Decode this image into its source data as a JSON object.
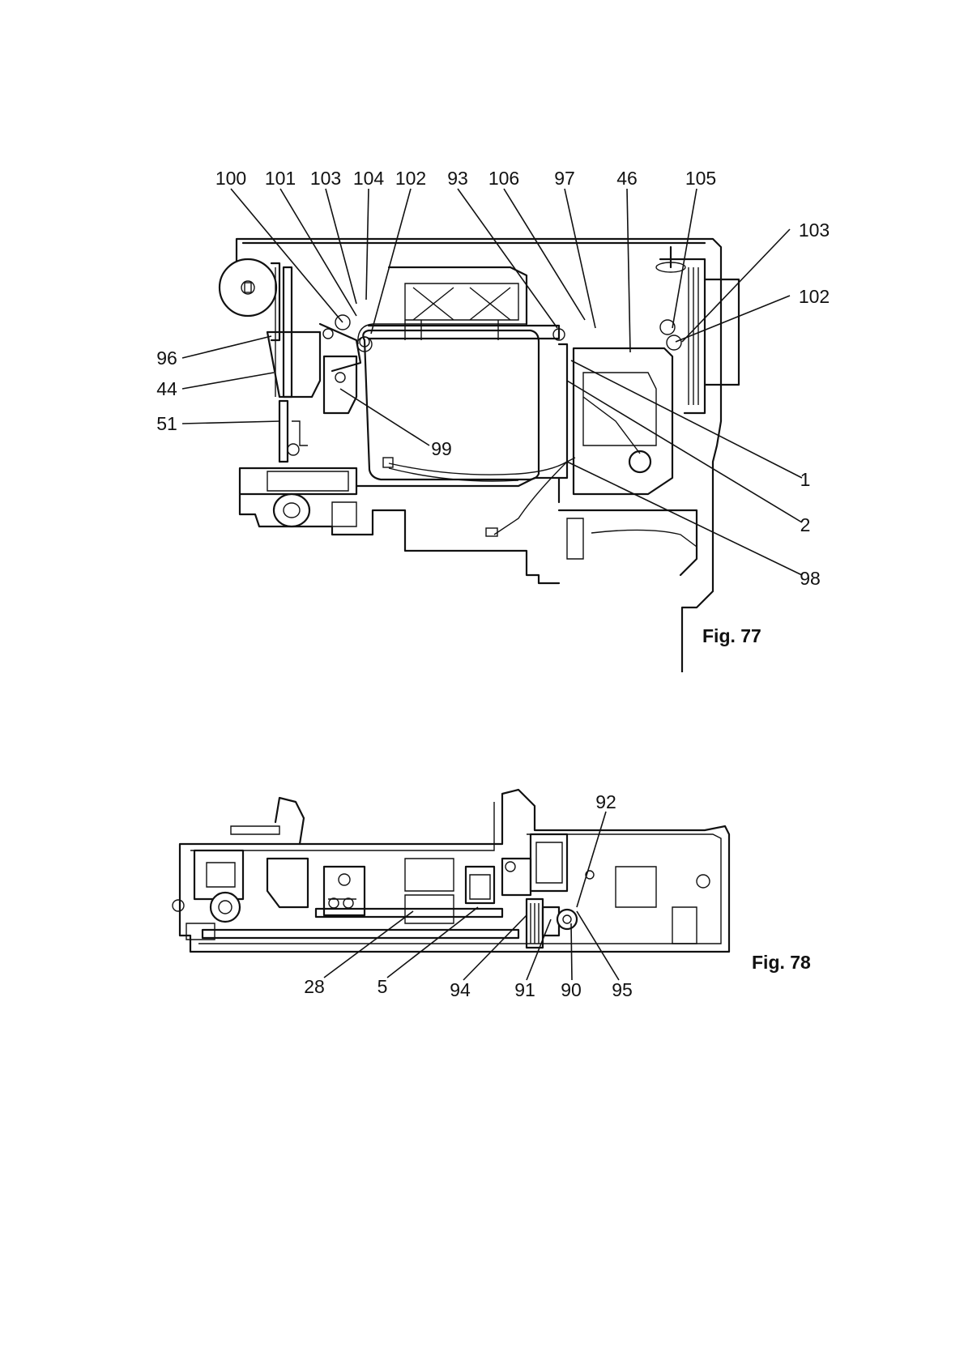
{
  "figures": [
    {
      "caption": "Fig. 77",
      "callouts": [
        "100",
        "101",
        "103",
        "104",
        "102",
        "93",
        "106",
        "97",
        "46",
        "105",
        "103",
        "102",
        "96",
        "44",
        "51",
        "99",
        "1",
        "2",
        "98"
      ]
    },
    {
      "caption": "Fig. 78",
      "callouts": [
        "92",
        "28",
        "5",
        "94",
        "91",
        "90",
        "95"
      ]
    }
  ]
}
